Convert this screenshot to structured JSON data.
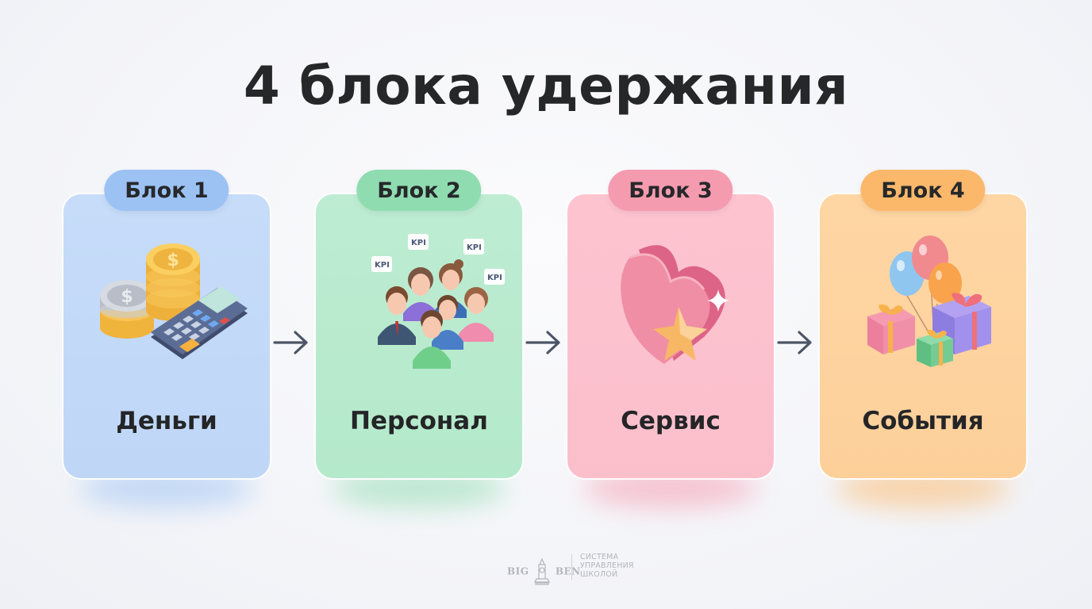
{
  "title": "4 блока удержания",
  "colors": {
    "background": "#f3f4f8",
    "text": "#242527",
    "arrow": "#4c5566"
  },
  "blocks": [
    {
      "badge": "Блок 1",
      "label": "Деньги",
      "icon": "coins-calculator-icon",
      "card_color": "#c3d9f8",
      "badge_color": "#9cc2f4"
    },
    {
      "badge": "Блок 2",
      "label": "Персонал",
      "icon": "team-kpi-icon",
      "card_color": "#b8eacd",
      "badge_color": "#8fdcb0"
    },
    {
      "badge": "Блок 3",
      "label": "Сервис",
      "icon": "heart-star-icon",
      "card_color": "#fcc1ce",
      "badge_color": "#f59bb0"
    },
    {
      "badge": "Блок 4",
      "label": "События",
      "icon": "gifts-balloons-icon",
      "card_color": "#fed29e",
      "badge_color": "#fbb86b"
    }
  ],
  "arrows": [
    "arrow-right-icon",
    "arrow-right-icon",
    "arrow-right-icon"
  ],
  "footer": {
    "brand_left": "BIG",
    "brand_right": "BEN",
    "tagline": [
      "СИСТЕМА",
      "УПРАВЛЕНИЯ",
      "ШКОЛОЙ"
    ]
  }
}
